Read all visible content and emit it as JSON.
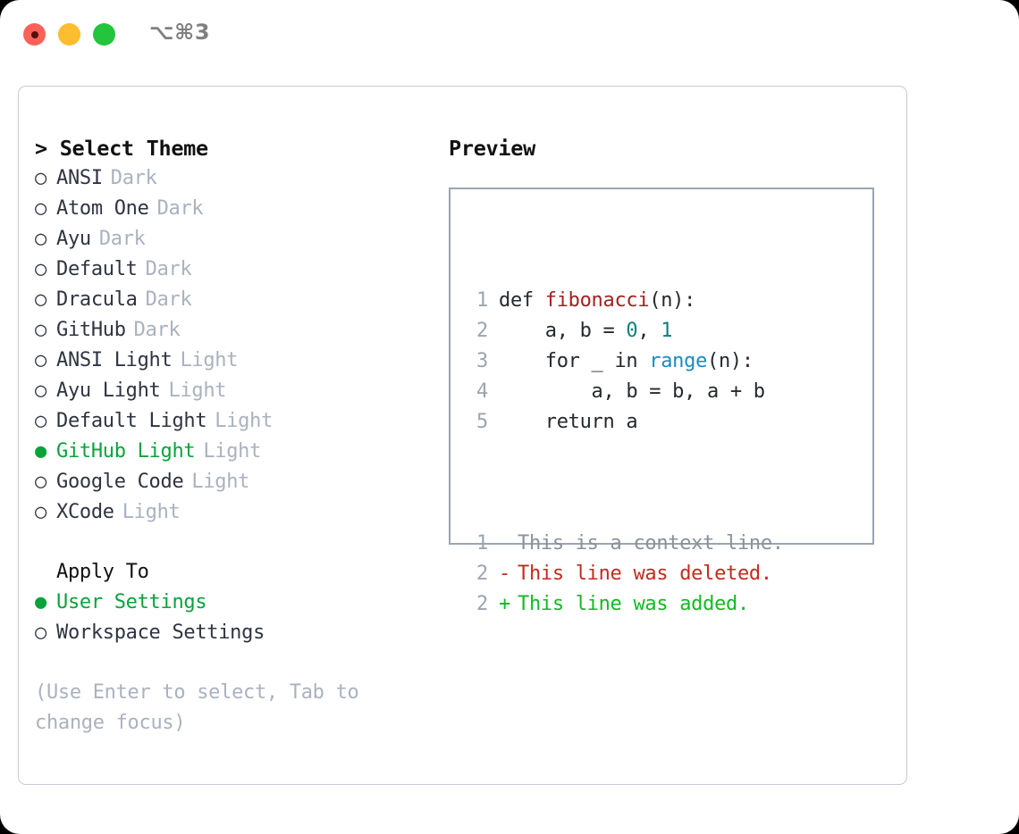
{
  "window": {
    "shortcut_label": "⌥⌘3",
    "traffic_lights": [
      {
        "name": "close",
        "color": "#fa6159"
      },
      {
        "name": "minimize",
        "color": "#fcbd2e"
      },
      {
        "name": "maximize",
        "color": "#22c53c"
      }
    ]
  },
  "theme_picker": {
    "heading": "> Select Theme",
    "marker_selected": "●",
    "marker_unselected": "○",
    "accent_color": "#0aa33a",
    "items": [
      {
        "label": "ANSI",
        "badge": "Dark",
        "selected": false
      },
      {
        "label": "Atom One",
        "badge": "Dark",
        "selected": false
      },
      {
        "label": "Ayu",
        "badge": "Dark",
        "selected": false
      },
      {
        "label": "Default",
        "badge": "Dark",
        "selected": false
      },
      {
        "label": "Dracula",
        "badge": "Dark",
        "selected": false
      },
      {
        "label": "GitHub",
        "badge": "Dark",
        "selected": false
      },
      {
        "label": "ANSI Light",
        "badge": "Light",
        "selected": false
      },
      {
        "label": "Ayu Light",
        "badge": "Light",
        "selected": false
      },
      {
        "label": "Default Light",
        "badge": "Light",
        "selected": false
      },
      {
        "label": "GitHub Light",
        "badge": "Light",
        "selected": true
      },
      {
        "label": "Google Code",
        "badge": "Light",
        "selected": false
      },
      {
        "label": "XCode",
        "badge": "Light",
        "selected": false
      }
    ]
  },
  "apply_to": {
    "heading": "Apply To",
    "items": [
      {
        "label": "User Settings",
        "selected": true
      },
      {
        "label": "Workspace Settings",
        "selected": false
      }
    ]
  },
  "hint": "(Use Enter to select, Tab to change focus)",
  "preview": {
    "title": "Preview",
    "border_color": "#9aa5b1",
    "code_lines": [
      {
        "no": "1",
        "tokens": [
          {
            "text": "def ",
            "type": "plain"
          },
          {
            "text": "fibonacci",
            "type": "func"
          },
          {
            "text": "(n):",
            "type": "plain"
          }
        ]
      },
      {
        "no": "2",
        "tokens": [
          {
            "text": "    a, b = ",
            "type": "plain"
          },
          {
            "text": "0",
            "type": "num"
          },
          {
            "text": ", ",
            "type": "plain"
          },
          {
            "text": "1",
            "type": "num"
          }
        ]
      },
      {
        "no": "3",
        "tokens": [
          {
            "text": "    for _ in ",
            "type": "plain"
          },
          {
            "text": "range",
            "type": "call"
          },
          {
            "text": "(n):",
            "type": "plain"
          }
        ]
      },
      {
        "no": "4",
        "tokens": [
          {
            "text": "        a, b = b, a + b",
            "type": "plain"
          }
        ]
      },
      {
        "no": "5",
        "tokens": [
          {
            "text": "    return a",
            "type": "plain"
          }
        ]
      }
    ],
    "diff_lines": [
      {
        "no": "1",
        "sign": " ",
        "text": "This is a context line.",
        "type": "context"
      },
      {
        "no": "2",
        "sign": "-",
        "text": "This line was deleted.",
        "type": "del"
      },
      {
        "no": "2",
        "sign": "+",
        "text": "This line was added.",
        "type": "add"
      }
    ],
    "colors": {
      "function": "#a52121",
      "number": "#0f7e7e",
      "builtin": "#1a8bbd",
      "plain": "#24292e",
      "lineno": "#9aa5b1",
      "diff_context": "#8b9299",
      "diff_deleted": "#c42b1c",
      "diff_added": "#11bb22"
    }
  }
}
